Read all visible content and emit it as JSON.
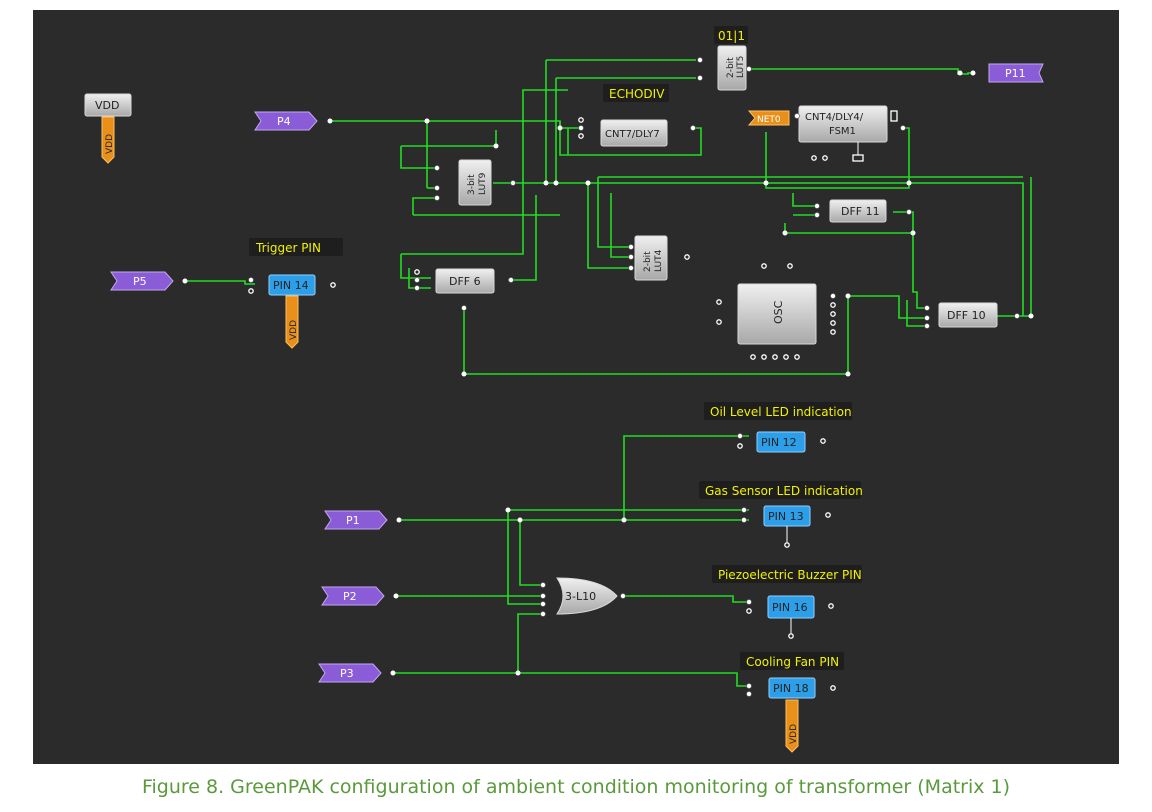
{
  "labels": {
    "lut5_top": "01|1",
    "echodiv": "ECHODIV",
    "trigger_pin": "Trigger PIN",
    "oil_led": "Oil Level LED indication",
    "gas_led": "Gas Sensor LED indication",
    "buzzer": "Piezoelectric Buzzer PIN",
    "fan": "Cooling Fan PIN"
  },
  "ports": {
    "p4": "P4",
    "p5": "P5",
    "p1": "P1",
    "p2": "P2",
    "p3": "P3",
    "p11": "P11"
  },
  "blocks": {
    "vdd_box": "VDD",
    "vdd": "VDD",
    "lut5_a": "2-bit",
    "lut5_b": "LUT5",
    "cnt7": "CNT7/DLY7",
    "lut9_a": "3-bit",
    "lut9_b": "LUT9",
    "cnt4_a": "CNT4/DLY4/",
    "cnt4_b": "FSM1",
    "net0": "NET0",
    "dff11": "DFF 11",
    "lut4_a": "2-bit",
    "lut4_b": "LUT4",
    "dff6": "DFF 6",
    "osc": "OSC",
    "dff10": "DFF 10",
    "or_gate": "3-L10"
  },
  "pins": {
    "pin14": "PIN 14",
    "pin12": "PIN 12",
    "pin13": "PIN 13",
    "pin16": "PIN 16",
    "pin18": "PIN 18"
  },
  "caption": "Figure 8. GreenPAK configuration of ambient condition monitoring of transformer (Matrix 1)"
}
